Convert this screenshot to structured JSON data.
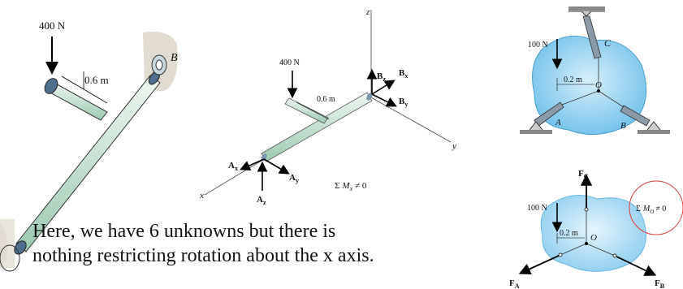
{
  "panel_left": {
    "load": "400 N",
    "dimension": "0.6 m",
    "support_label": "B"
  },
  "panel_middle": {
    "axis_z": "z",
    "axis_y": "y",
    "axis_x": "x",
    "load": "400 N",
    "dimension": "0.6 m",
    "reactions": {
      "Bz": {
        "main": "B",
        "sub": "z"
      },
      "Bx": {
        "main": "B",
        "sub": "x"
      },
      "By": {
        "main": "B",
        "sub": "y"
      },
      "Ax": {
        "main": "A",
        "sub": "x"
      },
      "Ay": {
        "main": "A",
        "sub": "y"
      },
      "Az": {
        "main": "A",
        "sub": "z"
      }
    },
    "equation": {
      "sigma": "Σ",
      "M": "M",
      "sub": "x",
      "neq": "≠ 0"
    }
  },
  "panel_top_right": {
    "load": "100 N",
    "dimension": "0.2 m",
    "point_C": "C",
    "point_O": "O",
    "point_A": "A",
    "point_B": "B"
  },
  "panel_bottom_right": {
    "load": "100 N",
    "dimension": "0.2 m",
    "point_O": "O",
    "FC": {
      "main": "F",
      "sub": "C"
    },
    "FA": {
      "main": "F",
      "sub": "A"
    },
    "FB": {
      "main": "F",
      "sub": "B"
    },
    "equation": {
      "sigma": "Σ",
      "M": "M",
      "sub": "O",
      "neq": "≠ 0"
    }
  },
  "caption": {
    "line1": "Here, we have 6 unknowns but there is",
    "line2": "nothing restricting rotation about the x axis."
  },
  "colors": {
    "pipe_fill": "#cfe6d8",
    "body_fill": "#a9d8f2",
    "circle_highlight": "#e23b3b"
  }
}
